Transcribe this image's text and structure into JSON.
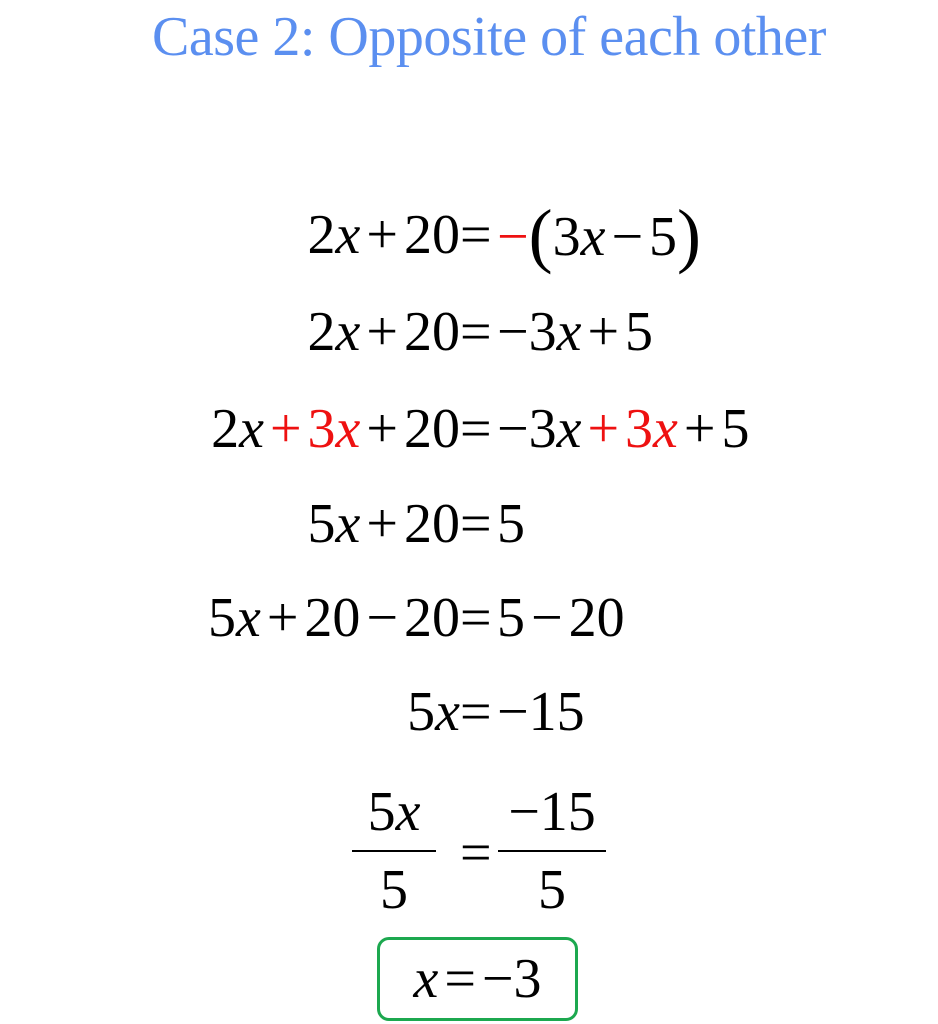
{
  "title": "Case 2: Opposite of each other",
  "colors": {
    "title": "#5b8ff0",
    "highlight": "#ee1111",
    "answer_box_border": "#1ca84f",
    "text": "#000000"
  },
  "steps": [
    {
      "lhs": [
        "2",
        "x",
        "+",
        "20"
      ],
      "rhs": {
        "neg_red": "−",
        "paren_open": "(",
        "a": "3",
        "v": "x",
        "op": "−",
        "b": "5",
        "paren_close": ")"
      }
    },
    {
      "lhs": [
        "2",
        "x",
        "+",
        "20"
      ],
      "rhs": [
        "−3",
        "x",
        "+",
        "5"
      ]
    },
    {
      "lhs": {
        "a": "2",
        "v1": "x",
        "red_op": "+",
        "red_coef": "3",
        "red_v": "x",
        "op": "+",
        "c": "20"
      },
      "rhs": {
        "a": "−3",
        "v1": "x",
        "red_op": "+",
        "red_coef": "3",
        "red_v": "x",
        "op": "+",
        "c": "5"
      }
    },
    {
      "lhs": [
        "5",
        "x",
        "+",
        "20"
      ],
      "rhs": [
        "5"
      ]
    },
    {
      "lhs": {
        "a": "5",
        "v": "x",
        "op1": "+",
        "b": "20",
        "op2": "−",
        "c": "20"
      },
      "rhs": {
        "a": "5",
        "op": "−",
        "b": "20"
      }
    },
    {
      "lhs": [
        "5",
        "x"
      ],
      "rhs": [
        "−15"
      ]
    },
    {
      "lhs": {
        "num_coef": "5",
        "num_var": "x",
        "den": "5"
      },
      "rhs": {
        "num": "−15",
        "den": "5"
      }
    }
  ],
  "equals": "=",
  "answer": {
    "var": "x",
    "equals": "=",
    "value": "−3"
  }
}
